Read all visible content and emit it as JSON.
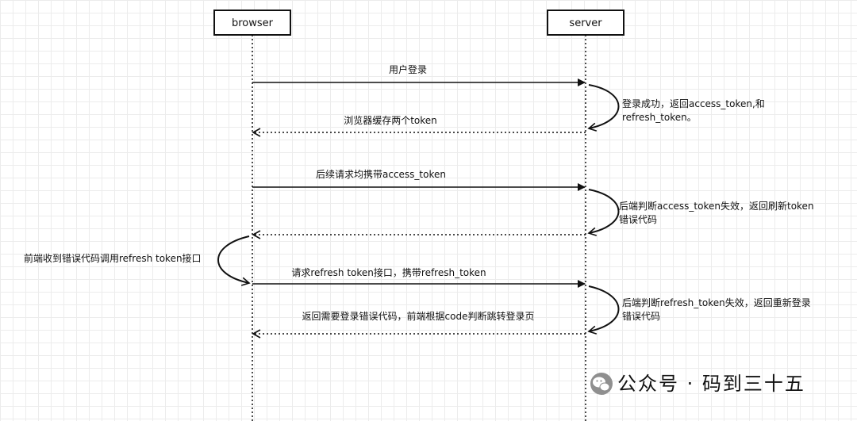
{
  "participants": {
    "browser": "browser",
    "server": "server"
  },
  "messages": [
    {
      "id": "m1",
      "label": "用户登录"
    },
    {
      "id": "m2",
      "label": "浏览器缓存两个token"
    },
    {
      "id": "m3",
      "label": "后续请求均携带access_token"
    },
    {
      "id": "m4",
      "label": "请求refresh token接口，携带refresh_token"
    },
    {
      "id": "m5",
      "label": "返回需要登录错误代码，前端根据code判断跳转登录页"
    }
  ],
  "notes": {
    "server_login": {
      "line1": "登录成功，返回access_token,和",
      "line2": "refresh_token。"
    },
    "server_invalid_access": {
      "line1": "后端判断access_token失效，返回刷新token",
      "line2": "错误代码"
    },
    "browser_call_refresh": {
      "line1": "前端收到错误代码调用refresh token接口"
    },
    "server_invalid_refresh": {
      "line1": "后端判断refresh_token失效，返回重新登录",
      "line2": "错误代码"
    }
  },
  "watermark": {
    "icon": "wechat-icon",
    "text": "公众号 · 码到三十五"
  }
}
